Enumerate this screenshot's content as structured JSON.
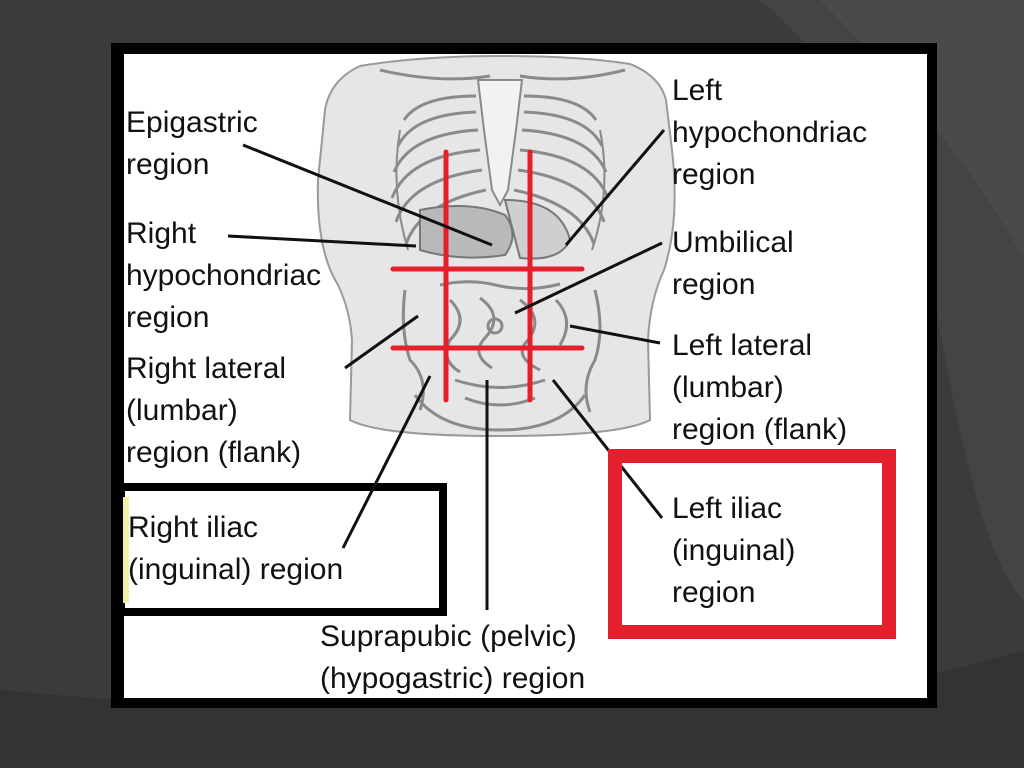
{
  "labels": {
    "epigastric": [
      "Epigastric",
      "region"
    ],
    "right_hypochondriac": [
      "Right",
      "hypochondriac",
      "region"
    ],
    "right_lateral": [
      "Right lateral",
      "(lumbar)",
      "region (flank)"
    ],
    "right_iliac": [
      "Right iliac",
      "(inguinal) region"
    ],
    "left_hypochondriac": [
      "Left",
      "hypochondriac",
      "region"
    ],
    "umbilical": [
      "Umbilical",
      "region"
    ],
    "left_lateral": [
      "Left lateral",
      "(lumbar)",
      "region (flank)"
    ],
    "left_iliac": [
      "Left iliac",
      "(inguinal)",
      "region"
    ],
    "suprapubic": [
      "Suprapubic (pelvic)",
      "(hypogastric) region"
    ]
  },
  "colors": {
    "region_lines": "#e3202b",
    "highlight_red_box": "#e3202b",
    "highlight_black_box": "#000000"
  }
}
